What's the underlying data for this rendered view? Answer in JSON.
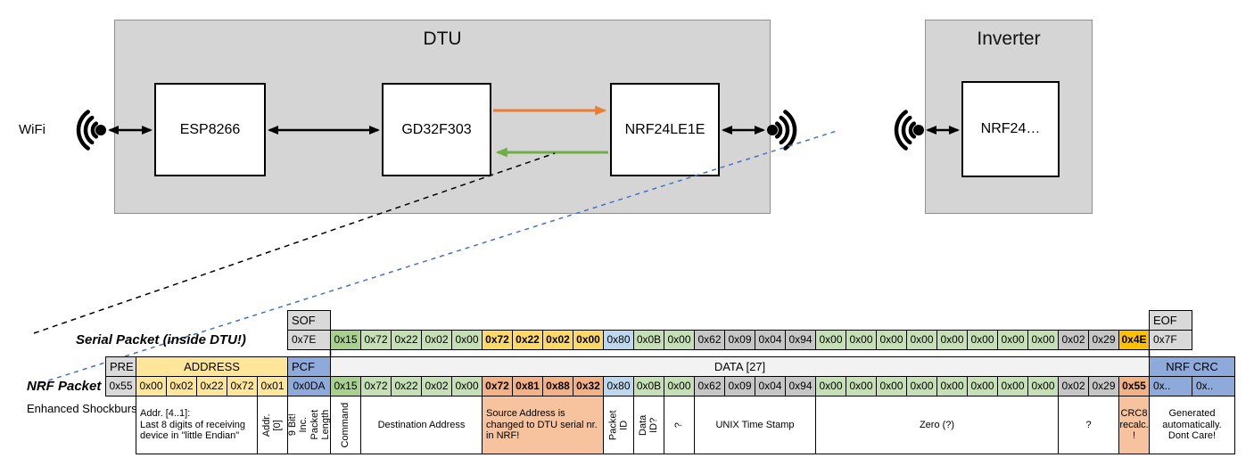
{
  "diagram": {
    "wifi_label": "WiFi",
    "dtu": {
      "title": "DTU",
      "modules": [
        "ESP8266",
        "GD32F303",
        "NRF24LE1E"
      ]
    },
    "inverter": {
      "title": "Inverter",
      "module": "NRF24…"
    },
    "colors": {
      "orange_arrow": "#ED7D31",
      "green_arrow": "#70AD47",
      "blue_dashed_link": "#4472C4",
      "black_dashed_link": "#000000"
    }
  },
  "serial_packet": {
    "label": "Serial Packet (inside DTU!)",
    "sof": {
      "header": "SOF",
      "value": "0x7E"
    },
    "eof": {
      "header": "EOF",
      "value": "0x7F"
    },
    "bytes": [
      {
        "v": "0x15",
        "c": "green_dark"
      },
      {
        "v": "0x72",
        "c": "green"
      },
      {
        "v": "0x22",
        "c": "green"
      },
      {
        "v": "0x02",
        "c": "green"
      },
      {
        "v": "0x00",
        "c": "green"
      },
      {
        "v": "0x72",
        "c": "gold",
        "b": 1
      },
      {
        "v": "0x22",
        "c": "gold",
        "b": 1
      },
      {
        "v": "0x02",
        "c": "gold",
        "b": 1
      },
      {
        "v": "0x00",
        "c": "gold",
        "b": 1
      },
      {
        "v": "0x80",
        "c": "blue_light"
      },
      {
        "v": "0x0B",
        "c": "green"
      },
      {
        "v": "0x00",
        "c": "green"
      },
      {
        "v": "0x62",
        "c": "gray_byte"
      },
      {
        "v": "0x09",
        "c": "gray_byte"
      },
      {
        "v": "0x04",
        "c": "gray_byte"
      },
      {
        "v": "0x94",
        "c": "gray_byte"
      },
      {
        "v": "0x00",
        "c": "green"
      },
      {
        "v": "0x00",
        "c": "green"
      },
      {
        "v": "0x00",
        "c": "green"
      },
      {
        "v": "0x00",
        "c": "green"
      },
      {
        "v": "0x00",
        "c": "green"
      },
      {
        "v": "0x00",
        "c": "green"
      },
      {
        "v": "0x00",
        "c": "green"
      },
      {
        "v": "0x00",
        "c": "green"
      },
      {
        "v": "0x02",
        "c": "gray_byte"
      },
      {
        "v": "0x29",
        "c": "gray_byte"
      },
      {
        "v": "0x4E",
        "c": "gold_bright",
        "b": 1
      }
    ]
  },
  "nrf_packet": {
    "label": "NRF Packet",
    "sublabel": "Enhanced Shockburst",
    "pre": {
      "header": "PRE",
      "value": "0x55"
    },
    "address": {
      "header": "ADDRESS",
      "values": [
        "0x00",
        "0x02",
        "0x22",
        "0x72",
        "0x01"
      ]
    },
    "pcf": {
      "header": "PCF",
      "value": "0x0DA"
    },
    "data_header": "DATA [27]",
    "bytes": [
      {
        "v": "0x15",
        "c": "green_dark"
      },
      {
        "v": "0x72",
        "c": "green"
      },
      {
        "v": "0x22",
        "c": "green"
      },
      {
        "v": "0x02",
        "c": "green"
      },
      {
        "v": "0x00",
        "c": "green"
      },
      {
        "v": "0x72",
        "c": "salmon",
        "b": 1
      },
      {
        "v": "0x81",
        "c": "salmon",
        "b": 1
      },
      {
        "v": "0x88",
        "c": "salmon",
        "b": 1
      },
      {
        "v": "0x32",
        "c": "salmon",
        "b": 1
      },
      {
        "v": "0x80",
        "c": "blue_light"
      },
      {
        "v": "0x0B",
        "c": "green"
      },
      {
        "v": "0x00",
        "c": "green"
      },
      {
        "v": "0x62",
        "c": "gray_byte"
      },
      {
        "v": "0x09",
        "c": "gray_byte"
      },
      {
        "v": "0x04",
        "c": "gray_byte"
      },
      {
        "v": "0x94",
        "c": "gray_byte"
      },
      {
        "v": "0x00",
        "c": "green"
      },
      {
        "v": "0x00",
        "c": "green"
      },
      {
        "v": "0x00",
        "c": "green"
      },
      {
        "v": "0x00",
        "c": "green"
      },
      {
        "v": "0x00",
        "c": "green"
      },
      {
        "v": "0x00",
        "c": "green"
      },
      {
        "v": "0x00",
        "c": "green"
      },
      {
        "v": "0x00",
        "c": "green"
      },
      {
        "v": "0x02",
        "c": "gray_byte"
      },
      {
        "v": "0x29",
        "c": "gray_byte"
      },
      {
        "v": "0x55",
        "c": "salmon",
        "b": 1
      }
    ],
    "crc": {
      "header": "NRF CRC",
      "values": [
        "0x..",
        "0x.."
      ]
    }
  },
  "annotations": [
    {
      "text": "Addr. [4..1]:\nLast 8 digits of receiving device in \"little Endian\"",
      "start": 1,
      "span": 4,
      "orient": "h",
      "bg": "white",
      "align": "left"
    },
    {
      "text": "Addr.[0]",
      "start": 5,
      "span": 1,
      "orient": "v",
      "bg": "white"
    },
    {
      "text": "9 Bit!\nInc. Packet\nLength",
      "start": 6,
      "span": 1,
      "orient": "v",
      "bg": "white"
    },
    {
      "text": "Command",
      "start": 7,
      "span": 1,
      "orient": "v",
      "bg": "white"
    },
    {
      "text": "Destination Address",
      "start": 8,
      "span": 4,
      "orient": "h",
      "bg": "white",
      "align": "center"
    },
    {
      "text": "Source Address is changed to DTU serial nr. in NRF!",
      "start": 12,
      "span": 4,
      "orient": "h",
      "bg": "salmon_light",
      "align": "left"
    },
    {
      "text": "Packet ID",
      "start": 16,
      "span": 1,
      "orient": "v",
      "bg": "white"
    },
    {
      "text": "Data ID?",
      "start": 17,
      "span": 1,
      "orient": "v",
      "bg": "white"
    },
    {
      "text": "?",
      "start": 18,
      "span": 1,
      "orient": "v",
      "bg": "white"
    },
    {
      "text": "UNIX Time Stamp",
      "start": 19,
      "span": 4,
      "orient": "h",
      "bg": "white",
      "align": "center"
    },
    {
      "text": "Zero (?)",
      "start": 23,
      "span": 8,
      "orient": "h",
      "bg": "white",
      "align": "center"
    },
    {
      "text": "?",
      "start": 31,
      "span": 2,
      "orient": "h",
      "bg": "white",
      "align": "center"
    },
    {
      "text": "CRC8 recalc.\n!",
      "start": 33,
      "span": 1,
      "orient": "h",
      "bg": "salmon_light",
      "align": "center"
    },
    {
      "text": "Generated automatically.\nDont Care!",
      "start": 34,
      "span": 2,
      "orient": "h",
      "bg": "white",
      "align": "center"
    }
  ],
  "palette": {
    "gray_header": "#D9D9D9",
    "gray_byte": "#C6C6C6",
    "green_dark": "#A9D18E",
    "green": "#C5E0B4",
    "gold": "#FFD966",
    "gold_bright": "#FFC000",
    "salmon": "#F4B183",
    "salmon_light": "#F6C39E",
    "blue": "#8EAADB",
    "blue_light": "#BDD7EE",
    "yellow": "#FFE699",
    "data_header": "#F2F2F2",
    "white": "#FFFFFF"
  }
}
